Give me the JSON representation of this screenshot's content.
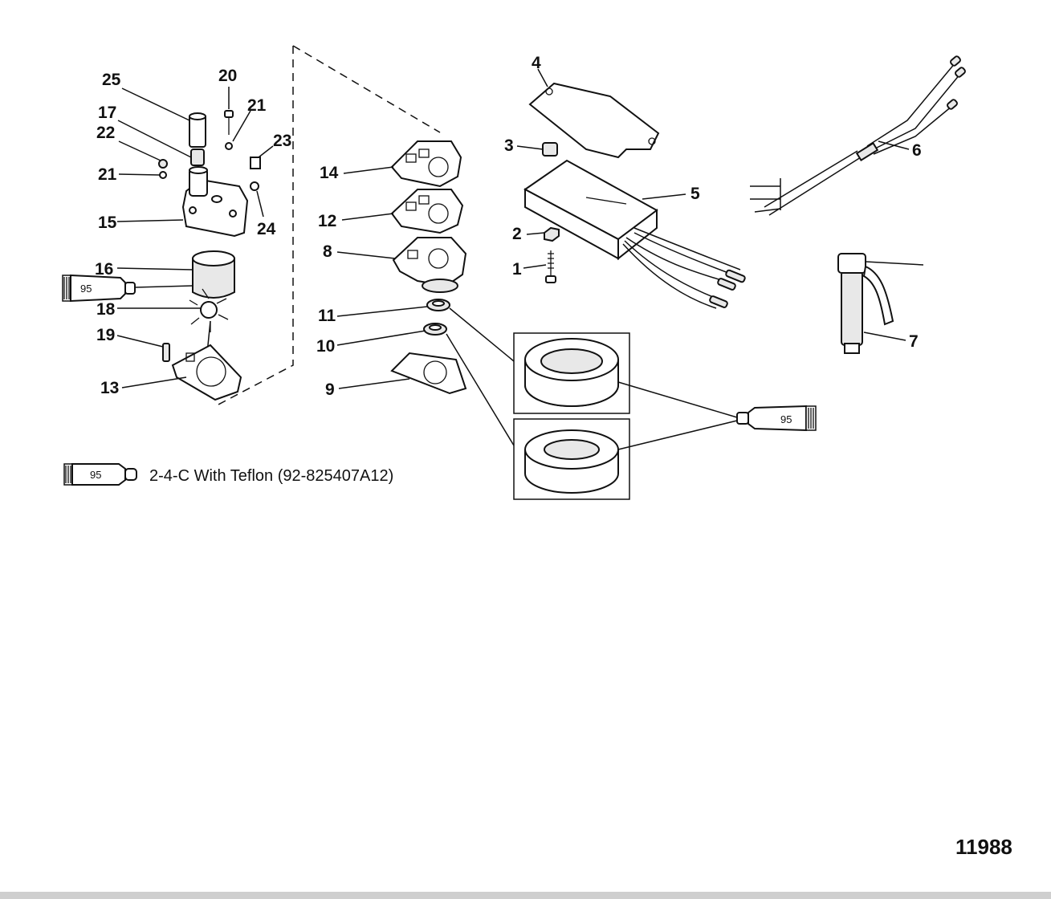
{
  "part_numbers": {
    "p1": "1",
    "p2": "2",
    "p3": "3",
    "p4": "4",
    "p5": "5",
    "p6": "6",
    "p7": "7",
    "p8": "8",
    "p9": "9",
    "p10": "10",
    "p11": "11",
    "p12": "12",
    "p13": "13",
    "p14": "14",
    "p15": "15",
    "p16": "16",
    "p17": "17",
    "p18": "18",
    "p19": "19",
    "p20": "20",
    "p21a": "21",
    "p21b": "21",
    "p22": "22",
    "p23": "23",
    "p24": "24",
    "p25": "25"
  },
  "lubricant_tube_label": "95",
  "legend": {
    "tube_label": "95",
    "text": "2-4-C  With Teflon (92-825407A12)"
  },
  "figure_number": "11988"
}
